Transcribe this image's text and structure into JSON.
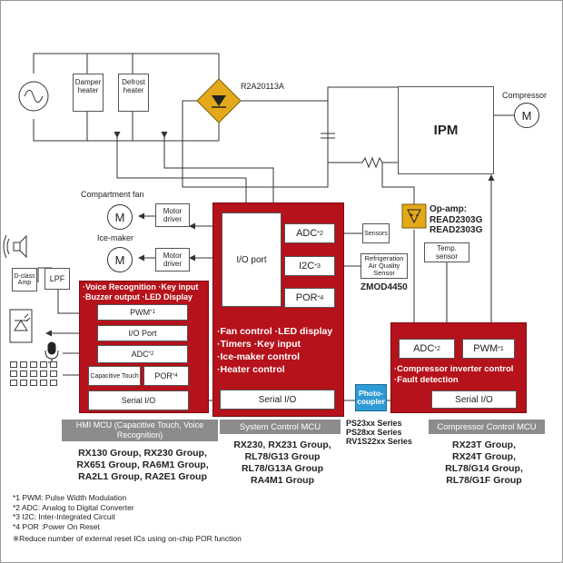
{
  "power": {
    "damper_heater": "Damper heater",
    "defrost_heater": "Defrost heater",
    "bridge_label": "R2A20113A",
    "ipm_label": "IPM",
    "compressor_label": "Compressor",
    "motor_symbol": "M"
  },
  "peripherals": {
    "compartment_fan": "Compartment fan",
    "ice_maker": "Ice-maker",
    "motor_driver": "Motor driver",
    "dclass_amp": "D-class Amp",
    "lpf": "LPF",
    "sensors": "Sensors",
    "air_quality_sensor": "Refrigeration Air Quality Sensor",
    "air_quality_part": "ZMOD4450",
    "opamp_label": "Op-amp:",
    "opamp_parts": [
      "READ2303G",
      "READ2303G"
    ],
    "temp_sensor": "Temp. sensor",
    "photocoupler": "Photo-coupler",
    "photocoupler_parts": [
      "PS23xx Series",
      "PS28xx Series",
      "RV1S22xx Series"
    ]
  },
  "hmi_mcu": {
    "features": [
      "·Voice Recognition  ·Key input",
      "·Buzzer output  ·LED Display"
    ],
    "pwm": "PWM",
    "pwm_note": "*1",
    "io_port": "I/O Port",
    "adc": "ADC",
    "adc_note": "*2",
    "cap_touch": "Capacitive Touch",
    "por": "POR",
    "por_note": "*4",
    "serial_io": "Serial I/O",
    "title": "HMI MCU (Capacitive Touch, Voice Recognition)",
    "groups": [
      "RX130 Group, RX230 Group,",
      "RX651 Group, RA6M1 Group,",
      "RA2L1 Group, RA2E1 Group"
    ]
  },
  "system_mcu": {
    "io_port": "I/O port",
    "adc": "ADC",
    "adc_note": "*2",
    "i2c": "I2C",
    "i2c_note": "*3",
    "por": "POR",
    "por_note": "*4",
    "features": [
      "·Fan control   ·LED display",
      "·Timers   ·Key input",
      "·Ice-maker control",
      "·Heater control"
    ],
    "serial_io": "Serial I/O",
    "title": "System Control MCU",
    "groups": [
      "RX230, RX231 Group,",
      "RL78/G13 Group",
      "RL78/G13A Group",
      "RA4M1 Group"
    ]
  },
  "compressor_mcu": {
    "adc": "ADC",
    "adc_note": "*2",
    "pwm": "PWM",
    "pwm_note": "*1",
    "features": [
      "·Compressor inverter control",
      "·Fault detection"
    ],
    "serial_io": "Serial I/O",
    "title": "Compressor Control MCU",
    "groups": [
      "RX23T Group,",
      "RX24T Group,",
      "RL78/G14 Group,",
      "RL78/G1F Group"
    ]
  },
  "footnotes": [
    "*1 PWM: Pulse Width Modulation",
    "*2 ADC: Analog to Digital Converter",
    "*3 I2C: Inter-Integrated Circuit",
    "*4 POR :Power On Reset"
  ],
  "bottom_note": "※Reduce number of external reset ICs using on-chip POR function",
  "colors": {
    "mcu_red": "#b5121b",
    "title_grey": "#8c8c8c",
    "bridge_yellow": "#e3a91a",
    "photocoupler_blue": "#2f9bd6",
    "wire": "#333333"
  }
}
